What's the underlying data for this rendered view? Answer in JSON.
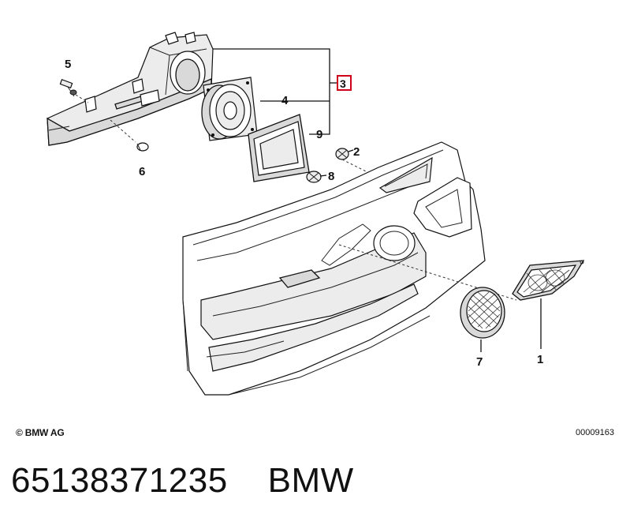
{
  "labels": {
    "p1": "1",
    "p2": "2",
    "p3": "3",
    "p4": "4",
    "p5": "5",
    "p6": "6",
    "p7": "7",
    "p8": "8",
    "p9": "9"
  },
  "highlight_color": "#d0021b",
  "copyright": "© BMW AG",
  "doc_number": "00009163",
  "part_number": "65138371235",
  "brand": "BMW"
}
